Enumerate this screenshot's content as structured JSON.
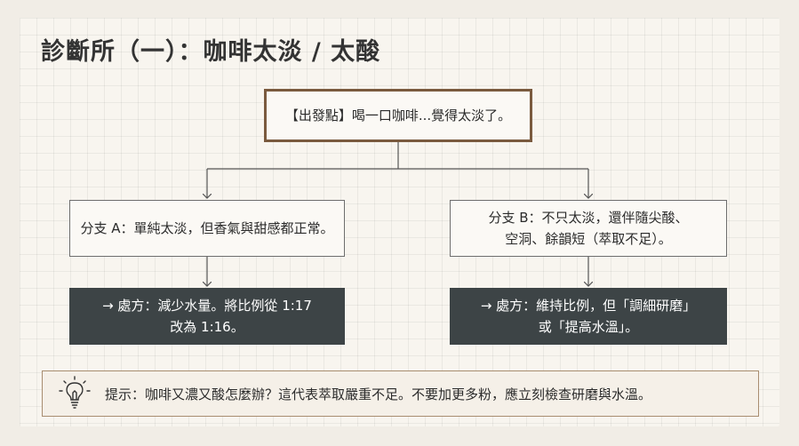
{
  "title": "診斷所（一）：咖啡太淡 / 太酸",
  "start": {
    "text": "【出發點】喝一口咖啡...覺得太淡了。"
  },
  "branch_a": {
    "text": "分支 A：單純太淡，但香氣與甜感都正常。",
    "remedy_line1": "→ 處方：減少水量。將比例從 1:17",
    "remedy_line2": "改為 1:16。"
  },
  "branch_b": {
    "text_line1": "分支 B：不只太淡，還伴隨尖酸、",
    "text_line2": "空洞、餘韻短（萃取不足）。",
    "remedy_line1": "→ 處方：維持比例，但「調細研磨」",
    "remedy_line2": "或「提高水溫」。"
  },
  "tip": {
    "icon": "lightbulb-icon",
    "text": "提示：咖啡又濃又酸怎麼辦？這代表萃取嚴重不足。不要加更多粉，應立刻檢查研磨與水溫。"
  },
  "colors": {
    "start_border": "#7a5a3e",
    "remedy_bg": "#3d4446",
    "tip_border": "#a88d70"
  }
}
